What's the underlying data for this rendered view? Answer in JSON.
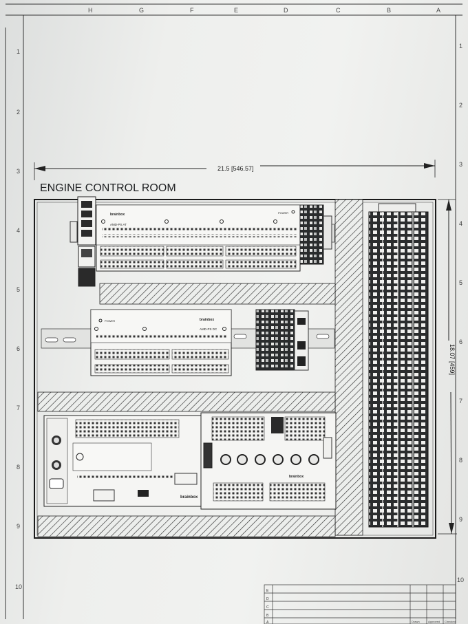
{
  "drawing": {
    "title": "ENGINE CONTROL ROOM",
    "width_dimension": "21.5 [546.57]",
    "height_dimension": "18.07 [459]"
  },
  "border": {
    "top_letters": [
      "H",
      "G",
      "F",
      "E",
      "D",
      "C",
      "B",
      "A"
    ],
    "side_numbers": [
      "1",
      "2",
      "3",
      "4",
      "5",
      "6",
      "7",
      "8",
      "9",
      "10"
    ]
  },
  "modules": {
    "io_module_1": {
      "brand": "brainbox",
      "model": "AMD-PS AT",
      "led": "POWER"
    },
    "io_module_2": {
      "brand": "brainbox",
      "model": "AMD-PS DC",
      "led": "POWER"
    },
    "controller": {
      "brand": "brainbox"
    },
    "io_board": {
      "brand": "brainbox"
    }
  },
  "title_block": {
    "revisions": [
      "E",
      "D",
      "C",
      "B",
      "A"
    ],
    "footer_labels": [
      "Drawn",
      "Approved",
      "Checked"
    ]
  },
  "palette": {
    "ink": "#1f2224",
    "paper": "#f1f2f0",
    "rail": "#d6d7d5"
  }
}
